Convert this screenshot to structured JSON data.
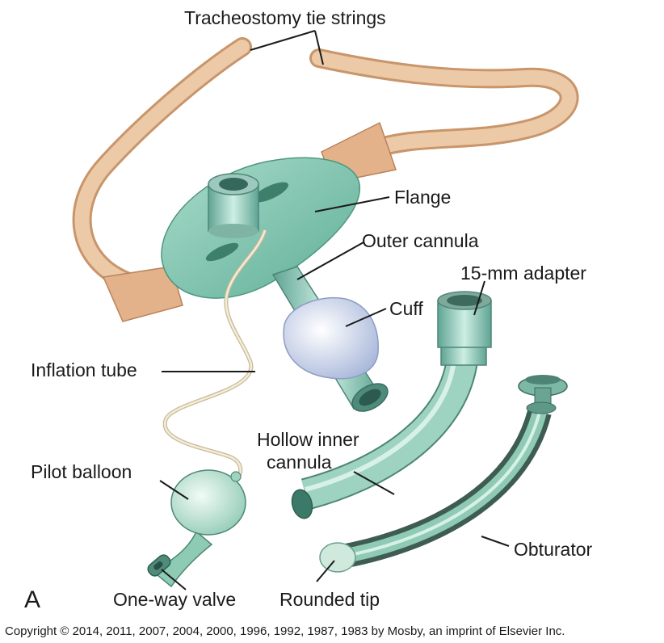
{
  "panel_letter": "A",
  "labels": {
    "tie_strings": "Tracheostomy tie strings",
    "flange": "Flange",
    "outer_cannula": "Outer cannula",
    "adapter": "15-mm adapter",
    "cuff": "Cuff",
    "inflation_tube": "Inflation tube",
    "inner_cannula_line1": "Hollow inner",
    "inner_cannula_line2": "cannula",
    "pilot_balloon": "Pilot balloon",
    "obturator": "Obturator",
    "one_way_valve": "One-way valve",
    "rounded_tip": "Rounded tip"
  },
  "copyright": "Copyright © 2014, 2011, 2007, 2004, 2000, 1996, 1992, 1987, 1983 by Mosby, an imprint of Elsevier Inc.",
  "colors": {
    "tie": "#e8c3a0",
    "tie_edge": "#c9956a",
    "flange": "#86cbb4",
    "cannula": "#7fbcaa",
    "cuff": "#c9d3ea",
    "balloon": "#bfe3d3"
  }
}
